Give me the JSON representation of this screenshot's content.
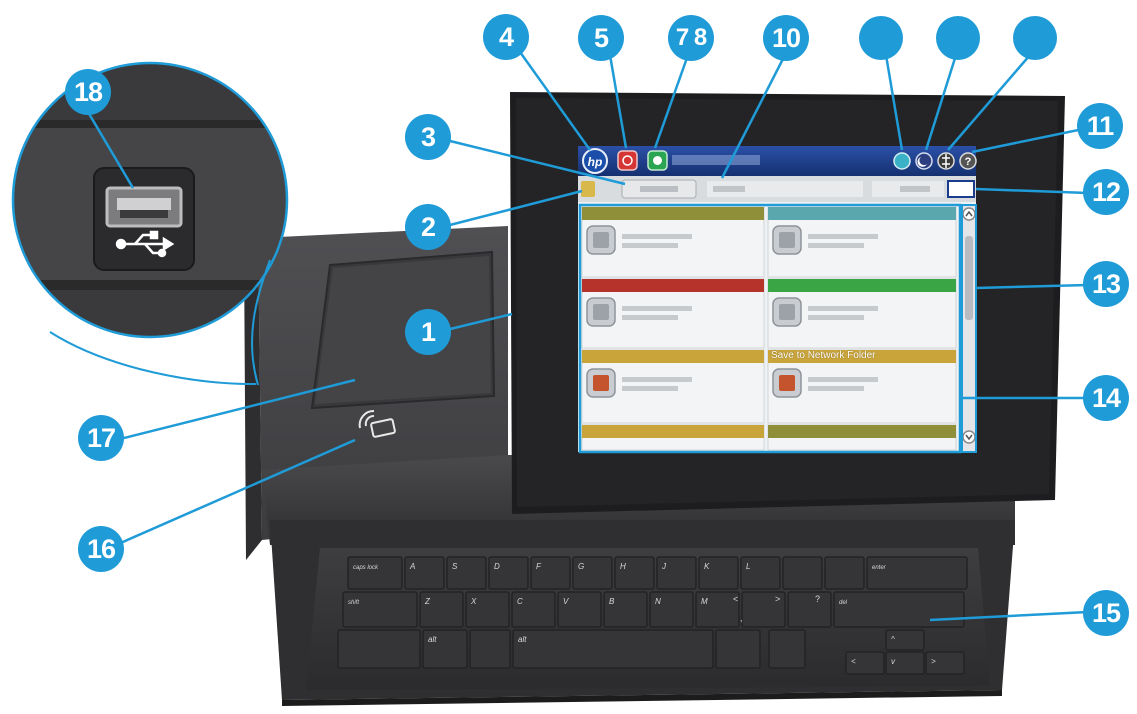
{
  "colors": {
    "callout": "#1f9bd7",
    "leader_line": "#1f9bd7",
    "device_body": "#3a3a3c",
    "screen_bezel": "#1d1d1f",
    "title_bar": "#1a3c8c",
    "tile_yellow": "#c9a43a",
    "tile_teal": "#5aa7ad",
    "tile_red": "#b5332b",
    "tile_green": "#3aa545",
    "tile_olive": "#8f8f3a"
  },
  "callouts": [
    "1",
    "2",
    "3",
    "4",
    "5",
    "7 8",
    "10",
    "",
    "",
    "",
    "11",
    "12",
    "13",
    "14",
    "15",
    "16",
    "17",
    "18"
  ],
  "screen": {
    "hp_logo": "hp",
    "tiles": [
      {
        "color": "#8f8f3a",
        "label": "",
        "icon": "document-icon"
      },
      {
        "color": "#5aa7ad",
        "label": "",
        "icon": "copy-icon"
      },
      {
        "color": "#b5332b",
        "label": "",
        "icon": "printer-icon"
      },
      {
        "color": "#3aa545",
        "label": "",
        "icon": "envelope-icon"
      },
      {
        "color": "#c9a43a",
        "label": "",
        "icon": "usb-drive-icon"
      },
      {
        "color": "#c9a43a",
        "label": "Save to Network Folder",
        "icon": "folder-icon"
      },
      {
        "color": "#c9a43a",
        "label": "",
        "icon": ""
      },
      {
        "color": "#8f8f3a",
        "label": "",
        "icon": ""
      }
    ]
  },
  "keyboard": {
    "row1": [
      "caps lock",
      "A",
      "S",
      "D",
      "F",
      "G",
      "H",
      "J",
      "K",
      "L",
      "",
      "",
      "enter"
    ],
    "row2": [
      "shift",
      "Z",
      "X",
      "C",
      "V",
      "B",
      "N",
      "M",
      "",
      "",
      "del"
    ],
    "row3": [
      "",
      "alt",
      "",
      "alt",
      ""
    ],
    "row2_symbols": [
      "<",
      ">",
      "?",
      ","
    ],
    "arrows": [
      "^",
      "<",
      "v",
      ">"
    ]
  }
}
